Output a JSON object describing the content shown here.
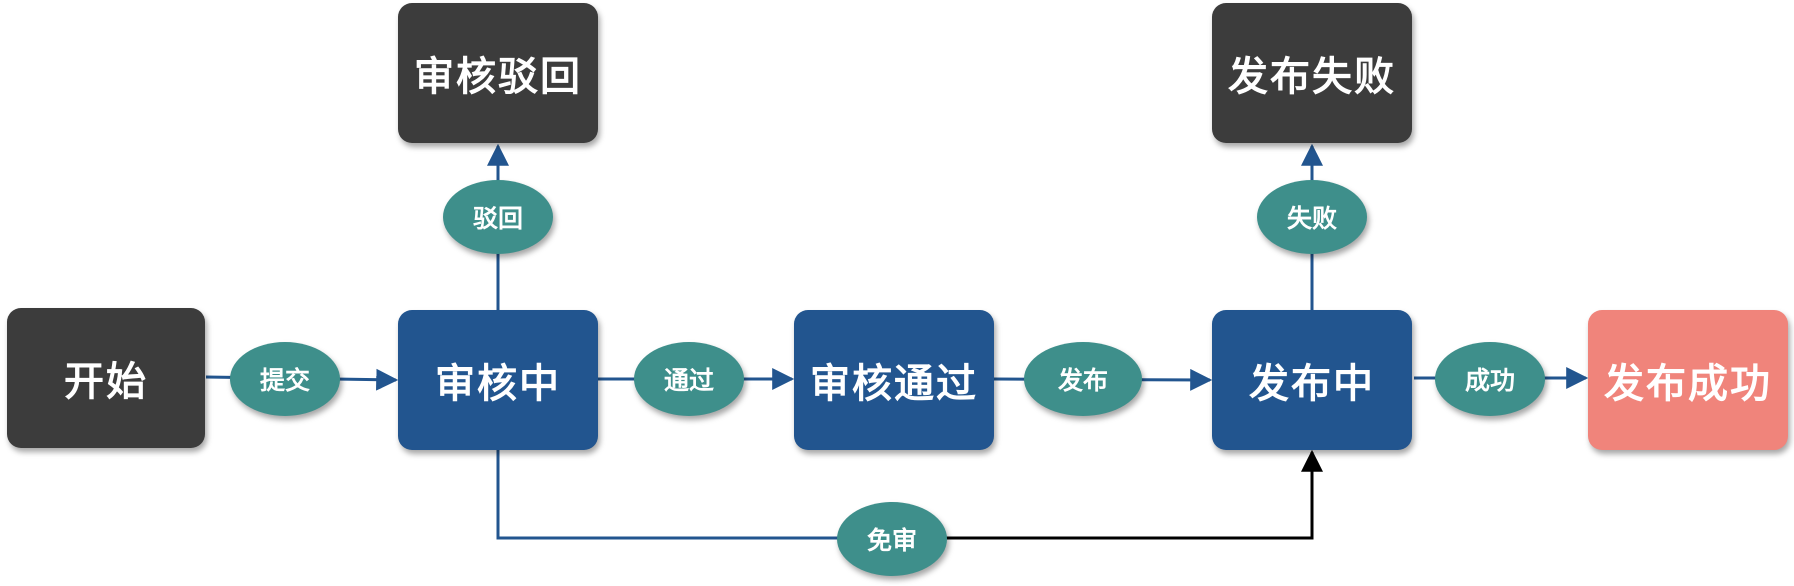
{
  "diagram": {
    "nodes": {
      "start": {
        "label": "开始"
      },
      "reviewing": {
        "label": "审核中"
      },
      "review_rejected": {
        "label": "审核驳回"
      },
      "review_passed": {
        "label": "审核通过"
      },
      "publishing": {
        "label": "发布中"
      },
      "publish_failed": {
        "label": "发布失败"
      },
      "publish_success": {
        "label": "发布成功"
      }
    },
    "edges": {
      "submit": {
        "label": "提交"
      },
      "reject": {
        "label": "驳回"
      },
      "pass": {
        "label": "通过"
      },
      "publish": {
        "label": "发布"
      },
      "fail": {
        "label": "失败"
      },
      "success": {
        "label": "成功"
      },
      "exempt": {
        "label": "免审"
      }
    },
    "colors": {
      "terminal_dark": "#3c3c3c",
      "process_blue": "#22558f",
      "success_salmon": "#f0847b",
      "label_teal": "#3e8f8b",
      "connector_blue": "#22558f",
      "connector_black": "#000000"
    }
  }
}
